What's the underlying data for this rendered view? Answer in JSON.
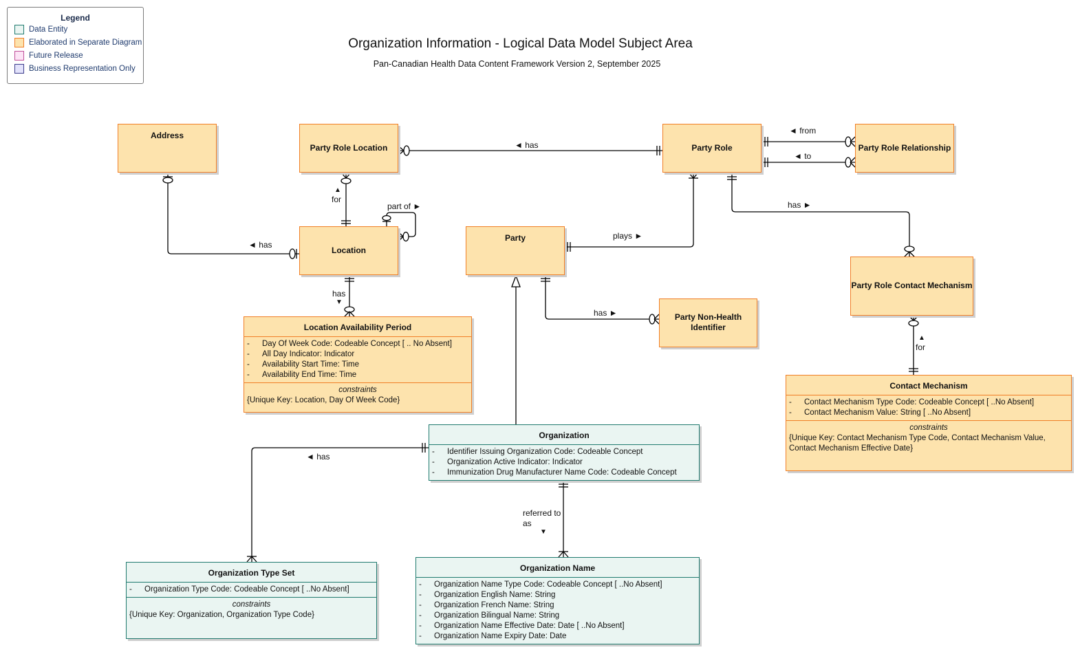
{
  "legend": {
    "title": "Legend",
    "items": [
      {
        "label": "Data Entity",
        "fill": "#eaf5f2",
        "border": "#1f7a6e"
      },
      {
        "label": "Elaborated in Separate Diagram",
        "fill": "#fde3ad",
        "border": "#f07e26"
      },
      {
        "label": "Future Release",
        "fill": "#fde4f6",
        "border": "#c0509a"
      },
      {
        "label": "Business Representation Only",
        "fill": "#e3e3fb",
        "border": "#3c3c8c"
      }
    ]
  },
  "header": {
    "title": "Organization Information - Logical Data Model Subject Area",
    "subtitle": "Pan-Canadian Health Data Content Framework Version 2, September 2025"
  },
  "entities": {
    "address": {
      "name": "Address",
      "category": "Elaborated in Separate Diagram"
    },
    "party_role_location": {
      "name": "Party Role Location",
      "category": "Elaborated in Separate Diagram"
    },
    "party_role": {
      "name": "Party Role",
      "category": "Elaborated in Separate Diagram"
    },
    "party_role_relationship": {
      "name": "Party Role Relationship",
      "category": "Elaborated in Separate Diagram"
    },
    "location": {
      "name": "Location",
      "category": "Elaborated in Separate Diagram"
    },
    "party": {
      "name": "Party",
      "category": "Elaborated in Separate Diagram"
    },
    "party_role_contact_mechanism": {
      "name": "Party Role Contact Mechanism",
      "category": "Elaborated in Separate Diagram"
    },
    "party_non_health_identifier": {
      "name": "Party Non-Health Identifier",
      "category": "Elaborated in Separate Diagram"
    },
    "location_availability_period": {
      "name": "Location Availability Period",
      "category": "Elaborated in Separate Diagram",
      "attributes": [
        "Day Of Week Code: Codeable Concept [ .. No Absent]",
        "All Day Indicator: Indicator",
        "Availability Start Time: Time",
        "Availability End Time: Time"
      ],
      "constraints_label": "constraints",
      "constraints": "{Unique Key: Location, Day Of Week Code}"
    },
    "contact_mechanism": {
      "name": "Contact Mechanism",
      "category": "Elaborated in Separate Diagram",
      "attributes": [
        "Contact Mechanism Type Code: Codeable Concept [ ..No Absent]",
        "Contact Mechanism Value: String [ ..No Absent]"
      ],
      "constraints_label": "constraints",
      "constraints": "{Unique Key: Contact Mechanism Type Code, Contact Mechanism Value, Contact Mechanism Effective Date}"
    },
    "organization": {
      "name": "Organization",
      "category": "Data Entity",
      "attributes": [
        "Identifier Issuing Organization Code: Codeable Concept",
        "Organization Active Indicator: Indicator",
        "Immunization Drug Manufacturer Name Code: Codeable Concept"
      ]
    },
    "organization_type_set": {
      "name": "Organization Type Set",
      "category": "Data Entity",
      "attributes": [
        "Organization Type Code: Codeable Concept [ ..No Absent]"
      ],
      "constraints_label": "constraints",
      "constraints": "{Unique Key: Organization, Organization Type Code}"
    },
    "organization_name": {
      "name": "Organization Name",
      "category": "Data Entity",
      "attributes": [
        "Organization Name Type Code: Codeable Concept [ ..No Absent]",
        "Organization English Name: String",
        "Organization French Name: String",
        "Organization Bilingual Name: String",
        "Organization Name Effective Date: Date [ ..No Absent]",
        "Organization Name Expiry Date: Date"
      ]
    }
  },
  "relationships": [
    {
      "id": "prl_has",
      "label": "◄ has",
      "from": "Party Role",
      "to": "Party Role Location"
    },
    {
      "id": "prr_from",
      "label": "◄ from",
      "from": "Party Role",
      "to": "Party Role Relationship"
    },
    {
      "id": "prr_to",
      "label": "◄ to",
      "from": "Party Role",
      "to": "Party Role Relationship"
    },
    {
      "id": "prl_for",
      "label": "for",
      "arrow": "▲",
      "from": "Location",
      "to": "Party Role Location"
    },
    {
      "id": "loc_part_of",
      "label": "part of ►",
      "from": "Location",
      "to": "Location"
    },
    {
      "id": "addr_has",
      "label": "◄ has",
      "from": "Address",
      "to": "Location"
    },
    {
      "id": "plays",
      "label": "plays ►",
      "from": "Party",
      "to": "Party Role"
    },
    {
      "id": "prcm_has",
      "label": "has ►",
      "from": "Party Role",
      "to": "Party Role Contact Mechanism"
    },
    {
      "id": "lap_has",
      "label": "has",
      "arrow": "▼",
      "from": "Location",
      "to": "Location Availability Period"
    },
    {
      "id": "pnhi_has",
      "label": "has ►",
      "from": "Party",
      "to": "Party Non-Health Identifier"
    },
    {
      "id": "cm_for",
      "label": "for",
      "arrow": "▲",
      "from": "Contact Mechanism",
      "to": "Party Role Contact Mechanism"
    },
    {
      "id": "ots_has",
      "label": "◄ has",
      "from": "Organization",
      "to": "Organization Type Set"
    },
    {
      "id": "on_ref",
      "label": "referred to\nas",
      "arrow": "▼",
      "from": "Organization",
      "to": "Organization Name"
    },
    {
      "id": "org_isa_party",
      "label": "",
      "type": "generalization",
      "from": "Organization",
      "to": "Party"
    }
  ]
}
